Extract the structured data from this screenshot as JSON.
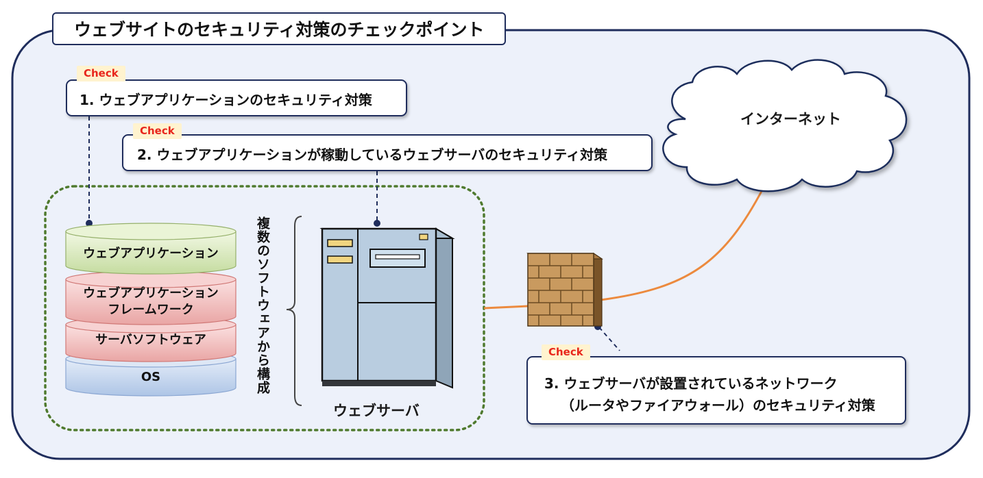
{
  "title": "ウェブサイトのセキュリティ対策のチェックポイント",
  "check_tag": "Check",
  "checkpoints": [
    {
      "text": "1. ウェブアプリケーションのセキュリティ対策"
    },
    {
      "text": "2. ウェブアプリケーションが稼動しているウェブサーバのセキュリティ対策"
    },
    {
      "line1": "3. ウェブサーバが設置されているネットワーク",
      "line2": "（ルータやファイアウォール）のセキュリティ対策"
    }
  ],
  "stack_layers": [
    {
      "line1": "ウェブアプリケーション",
      "line2": ""
    },
    {
      "line1": "ウェブアプリケーション",
      "line2": "フレームワーク"
    },
    {
      "line1": "サーバソフトウェア",
      "line2": ""
    },
    {
      "line1": "OS",
      "line2": ""
    }
  ],
  "stack_note": "複数のソフトウェアから構成",
  "server_label": "ウェブサーバ",
  "internet_label": "インターネット",
  "colors": {
    "frame_border": "#1f2d5c",
    "frame_fill": "#edf1fa",
    "dotted_green": "#4f7a2e",
    "link_orange": "#ec8a3e",
    "check_red": "#e8261c",
    "check_fill": "#fff3cf"
  }
}
